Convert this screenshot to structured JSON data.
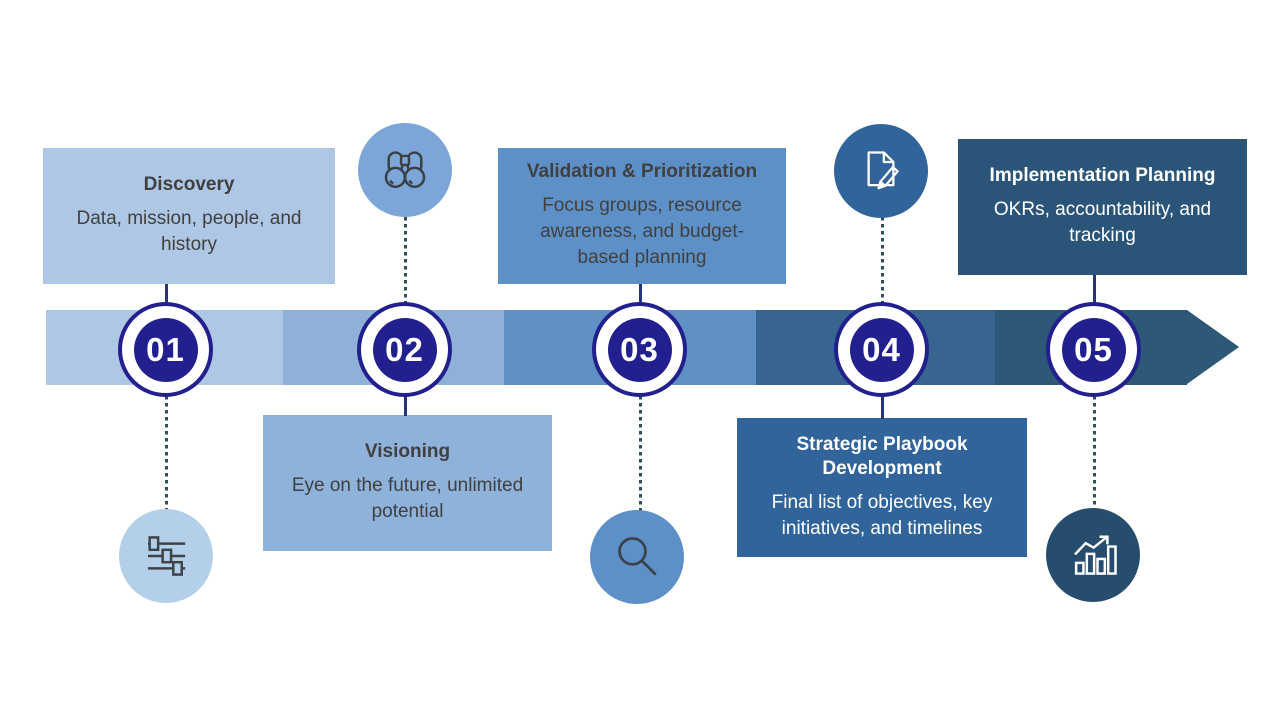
{
  "palette": {
    "navy_ring": "#21208d",
    "dark_text": "#404040",
    "white_text": "#ffffff",
    "solid_connector": "#26357a",
    "dotted_connector": "#2f4f5e",
    "band_segment_colors": [
      "#aec7e4",
      "#8fb1d8",
      "#6090c6",
      "#38658f",
      "#2d5878"
    ],
    "box_colors": [
      "#aec7e4",
      "#8fb2da",
      "#5e90c8",
      "#31649b",
      "#2a5578"
    ],
    "icon_circle_colors": [
      "#b4cfe9",
      "#7ca6d8",
      "#5e90c8",
      "#31649b",
      "#264d6e"
    ]
  },
  "steps": [
    {
      "number": "01",
      "title": "Discovery",
      "description": "Data, mission, people, and history",
      "icon": "sliders-icon",
      "box_position": "top",
      "icon_position": "bottom"
    },
    {
      "number": "02",
      "title": "Visioning",
      "description": "Eye on the future, unlimited potential",
      "icon": "binoculars-icon",
      "box_position": "bottom",
      "icon_position": "top"
    },
    {
      "number": "03",
      "title": "Validation & Prioritization",
      "description": "Focus groups, resource awareness, and budget-based planning",
      "icon": "magnifier-icon",
      "box_position": "top",
      "icon_position": "bottom"
    },
    {
      "number": "04",
      "title": "Strategic Playbook Development",
      "description": "Final list of objectives, key initiatives, and timelines",
      "icon": "document-pencil-icon",
      "box_position": "bottom",
      "icon_position": "top"
    },
    {
      "number": "05",
      "title": "Implementation Planning",
      "description": "OKRs, accountability, and tracking",
      "icon": "chart-growth-icon",
      "box_position": "top",
      "icon_position": "bottom"
    }
  ]
}
